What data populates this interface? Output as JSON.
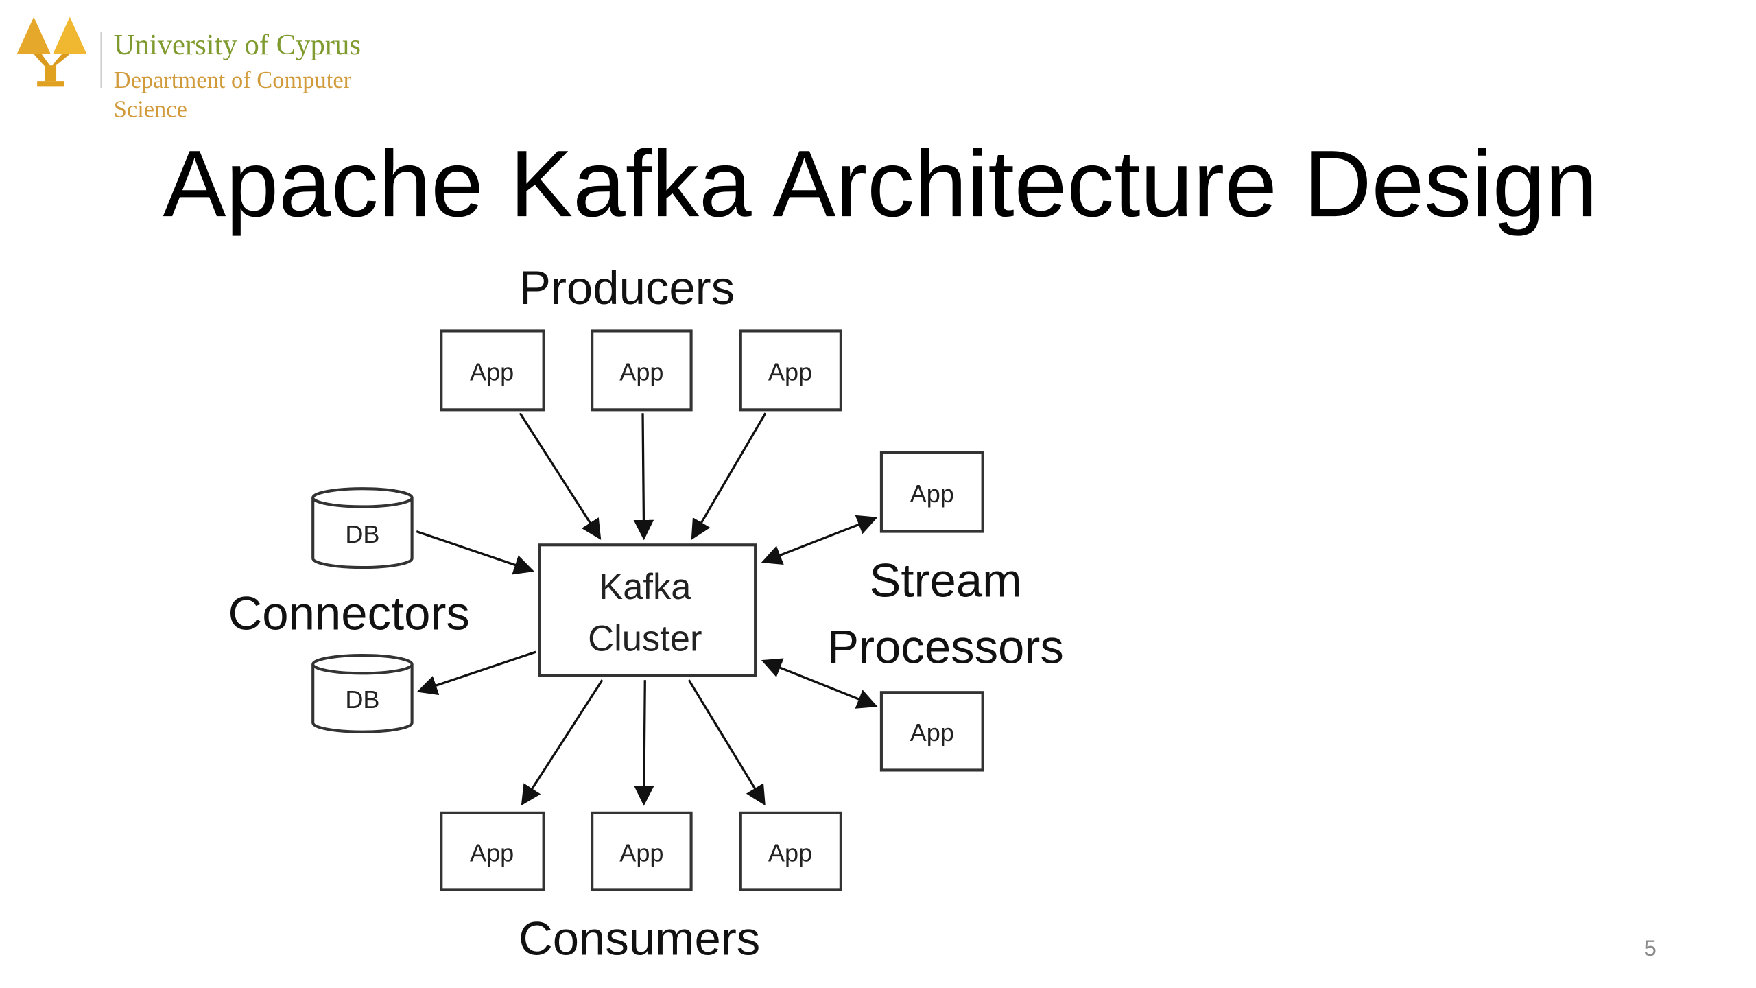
{
  "slide": {
    "title": "Apache Kafka Architecture Design",
    "page_number": "5"
  },
  "logo": {
    "line1": "University of Cyprus",
    "line2": "Department of Computer",
    "line3": "Science",
    "colors": {
      "emblem": "#e0a020",
      "university": "#7f9a2e",
      "department": "#d19a3a"
    }
  },
  "diagram": {
    "center": {
      "line1": "Kafka",
      "line2": "Cluster"
    },
    "groups": {
      "producers": "Producers",
      "consumers": "Consumers",
      "connectors": "Connectors",
      "stream_line1": "Stream",
      "stream_line2": "Processors"
    },
    "app_label": "App",
    "db_label": "DB"
  }
}
